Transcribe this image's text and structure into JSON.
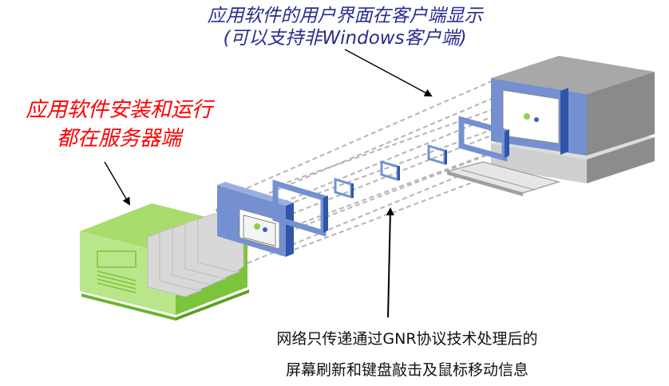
{
  "labels": {
    "client": {
      "line1": "应用软件的用户界面在客户端显示",
      "line2": "(可以支持非Windows客户端)"
    },
    "server": {
      "line1": "应用软件安装和运行",
      "line2": "都在服务器端"
    },
    "network": {
      "line1": "网络只传递通过GNR协议技术处理后的",
      "line2": "屏幕刷新和键盘敲击及鼠标移动信息"
    }
  },
  "colors": {
    "client_text": "#2b2b8f",
    "server_text": "#ff0000",
    "network_text": "#111111",
    "server_green": "#8fd14f",
    "frame_blue": "#6b86c8",
    "frame_blue_dark": "#2f56a8",
    "computer_gray": "#9a9a9a"
  }
}
